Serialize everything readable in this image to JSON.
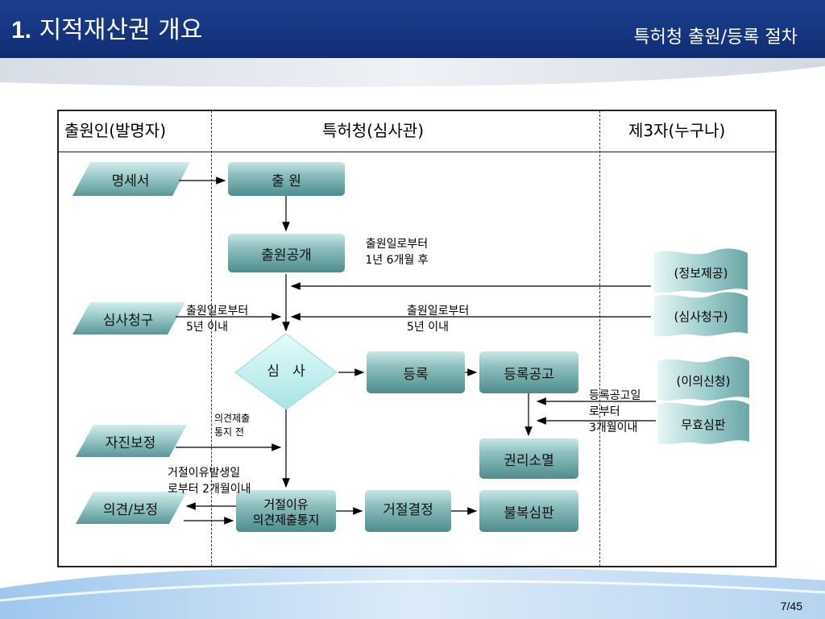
{
  "header": {
    "title_num": "1.",
    "title": "지적재산권 개요",
    "subtitle": "특허청 출원/등록 절차"
  },
  "columns": {
    "applicant": "출원인(발명자)",
    "office": "특허청(심사관)",
    "third_party": "제3자(누구나)"
  },
  "shapes": {
    "specification": "명세서",
    "application": "출 원",
    "publication": "출원공개",
    "exam_request_left": "심사청구",
    "examination": "심   사",
    "registration": "등록",
    "registration_notice": "등록공고",
    "rights_extinction": "권리소멸",
    "voluntary_amend": "자진보정",
    "opinion_amend": "의견/보정",
    "rejection_notice_line1": "거절이유",
    "rejection_notice_line2": "의견제출통지",
    "rejection_decision": "거절결정",
    "appeal": "불복심판",
    "info_provision": "(정보제공)",
    "exam_request_right": "(심사청구)",
    "opposition": "(이의신청)",
    "invalidation_trial": "무효심판"
  },
  "annotations": {
    "publication_time_1": "출원일로부터",
    "publication_time_2": "1년 6개월 후",
    "exam_left_1": "출원일로부터",
    "exam_left_2": "5년 이내",
    "exam_right_1": "출원일로부터",
    "exam_right_2": "5년 이내",
    "before_notice_1": "의견제출",
    "before_notice_2": "통지 전",
    "opposition_time_1": "등록공고일",
    "opposition_time_2": "로부터",
    "opposition_time_3": "3개월이내",
    "rejection_time_1": "거절이유발생일",
    "rejection_time_2": "로부터 2개월이내"
  },
  "page_number": "7/45",
  "colors": {
    "header_bg": "#12307a",
    "box_fill": "#5a9a9a",
    "diamond_fill": "#c8f2f2"
  }
}
